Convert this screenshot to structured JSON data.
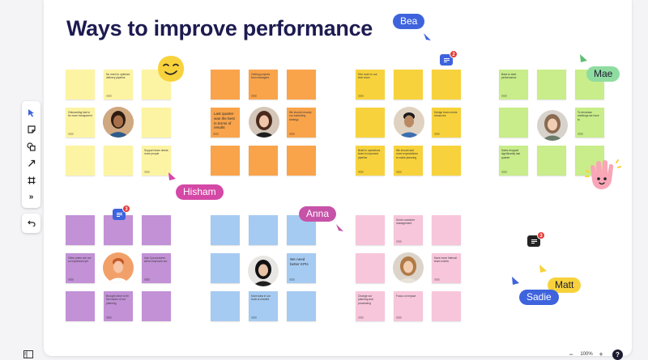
{
  "board": {
    "title": "Ways to improve performance"
  },
  "colors": {
    "yellow_light": "#fdf4a3",
    "orange": "#f9a44b",
    "yellow": "#f7d23c",
    "green": "#c8ed8a",
    "purple": "#c291d6",
    "blue": "#a6cbf2",
    "pink": "#f7c6db",
    "accent_pink": "#d448a6",
    "accent_blue": "#3e63dd",
    "accent_green": "#5fbf74",
    "accent_yellow": "#f7d23c"
  },
  "toolbar": {
    "tools": [
      {
        "name": "select",
        "icon": "cursor-icon"
      },
      {
        "name": "sticky",
        "icon": "sticky-note-icon"
      },
      {
        "name": "shapes",
        "icon": "shapes-icon"
      },
      {
        "name": "connector",
        "icon": "arrow-line-icon"
      },
      {
        "name": "frame",
        "icon": "frame-icon"
      },
      {
        "name": "more",
        "icon": "chevrons-icon",
        "label": "»"
      }
    ],
    "undo": "undo-icon"
  },
  "notes": {
    "g1": [
      "No need to optimize delivery pipeline",
      "Onboarding fast to be more transparent",
      "Support team needs more people"
    ],
    "g2": [
      "Getting projects from managers",
      "Last quarter was the best in terms of results",
      "We should revamp our marketing strategy"
    ],
    "g3": [
      "Hire more in our tech team",
      "Design team needs resources",
      "Build to operations team is improved pipeline",
      "We should add more expectations to make planning"
    ],
    "g4": [
      "Back to start performance",
      "To decrease meetings we have to",
      "Sales dropped significantly last quarter"
    ],
    "g5": [
      "Other plans are not so impressed yet",
      "Use 3 procedures which improves our",
      "Brought other to fix the issues of our planning"
    ],
    "g6": [
      "We need better KPIs",
      "More data in our tools is needed"
    ],
    "g7": [
      "Some customer management",
      "Have more internal team events",
      "Change our planning and processing",
      "Focus on impact"
    ]
  },
  "cursors": {
    "bea": "Bea",
    "mae": "Mae",
    "hisham": "Hisham",
    "anna": "Anna",
    "matt": "Matt",
    "sadie": "Sadie"
  },
  "comments": {
    "top": "2",
    "left": "3",
    "right": "3"
  },
  "footer": {
    "zoom_out": "−",
    "zoom": "100%",
    "zoom_in": "+",
    "help": "?"
  }
}
